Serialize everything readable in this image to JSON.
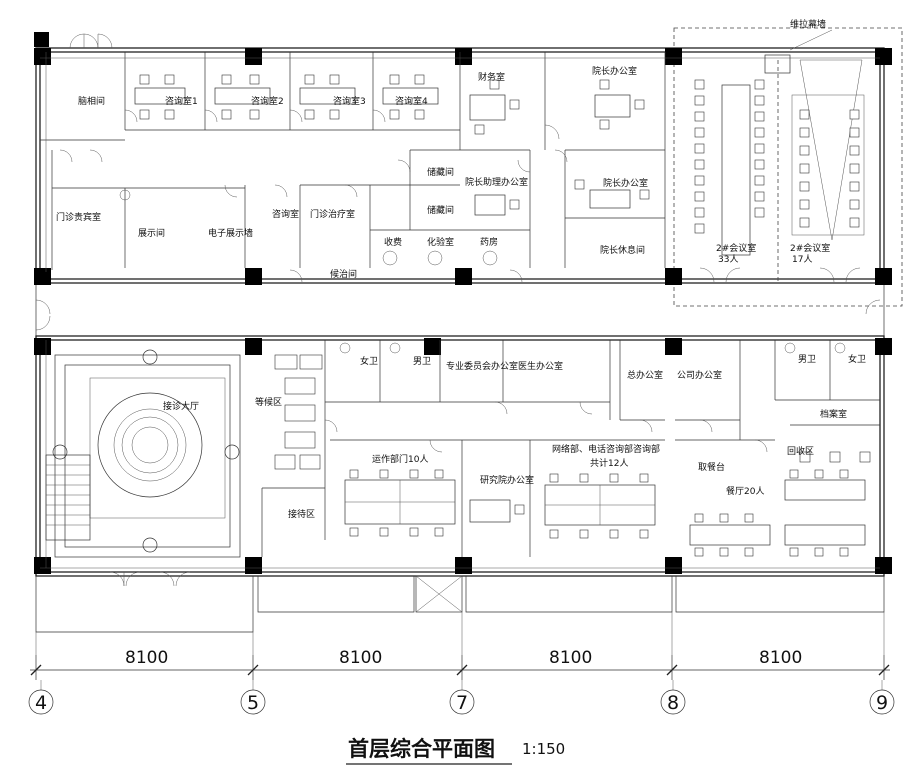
{
  "title": "首层综合平面图",
  "scale": "1:150",
  "dimensions": [
    "8100",
    "8100",
    "8100",
    "8100"
  ],
  "axes": [
    "4",
    "5",
    "7",
    "8",
    "9"
  ],
  "rooms": {
    "physio": "脑相间",
    "consult1": "咨询室1",
    "consult2": "咨询室2",
    "consult3": "咨询室3",
    "consult4": "咨询室4",
    "finance": "财务室",
    "deputy_office": "院长办公室",
    "vip_room": "门诊贵宾室",
    "display": "展示间",
    "e_display": "电子展示墙",
    "consult_small": "咨询室",
    "treat": "门诊治疗室",
    "wait_treat": "候治间",
    "storage1": "储藏间",
    "storage2": "储藏间",
    "charge": "收费",
    "lab": "化验室",
    "pharmacy": "药房",
    "assistant": "院长助理办公室",
    "president": "院长办公室",
    "rest": "院长休息间",
    "hall": "接诊大厅",
    "meeting2a": "2#会议室",
    "meeting2a_cap": "33人",
    "meeting2b": "2#会议室",
    "meeting2b_cap": "17人",
    "projector": "维拉幕墙",
    "waiting": "等候区",
    "reception": "接待区",
    "wc_f1": "女卫",
    "wc_m1": "男卫",
    "expert": "专业委员会办公室",
    "doctor": "医生办公室",
    "ops": "运作部门10人",
    "research": "研究院办公室",
    "service": "网络部、电话咨询部咨询部",
    "service_cnt": "共计12人",
    "admin": "总办公室",
    "company": "公司办公室",
    "wc_m2": "男卫",
    "wc_f2": "女卫",
    "archive": "档案室",
    "recycle": "回收区",
    "counter": "取餐台",
    "dining": "餐厅20人"
  }
}
